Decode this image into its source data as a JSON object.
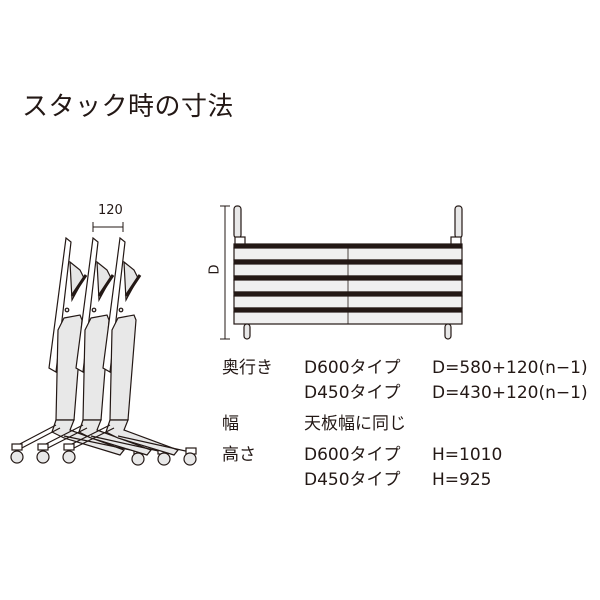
{
  "title": "スタック時の寸法",
  "side_view": {
    "dimension_label": "120",
    "table_count": 3
  },
  "front_view": {
    "dimension_label": "D",
    "slat_count": 5
  },
  "specs": [
    {
      "label": "奥行き",
      "type": "D600タイプ",
      "value": "D=580+120(n−1)"
    },
    {
      "label": "",
      "type": "D450タイプ",
      "value": "D=430+120(n−1)"
    },
    {
      "label": "幅",
      "type": "天板幅に同じ",
      "value": ""
    },
    {
      "label": "高さ",
      "type": "D600タイプ",
      "value": "H=1010"
    },
    {
      "label": "",
      "type": "D450タイプ",
      "value": "H=925"
    }
  ],
  "colors": {
    "line": "#231815",
    "fill_light": "#e8e8e8",
    "background": "#ffffff"
  }
}
